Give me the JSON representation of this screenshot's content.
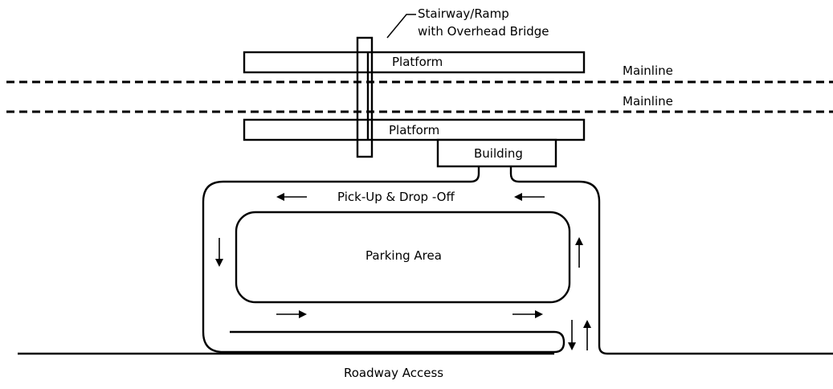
{
  "labels": {
    "stairway_line1": "Stairway/Ramp",
    "stairway_line2": "with Overhead Bridge",
    "platform_north": "Platform",
    "platform_south": "Platform",
    "mainline_north": "Mainline",
    "mainline_south": "Mainline",
    "building": "Building",
    "pickup_dropoff": "Pick-Up & Drop -Off",
    "parking_area": "Parking Area",
    "roadway_access": "Roadway Access"
  },
  "colors": {
    "ink": "#000000",
    "background": "#ffffff"
  }
}
